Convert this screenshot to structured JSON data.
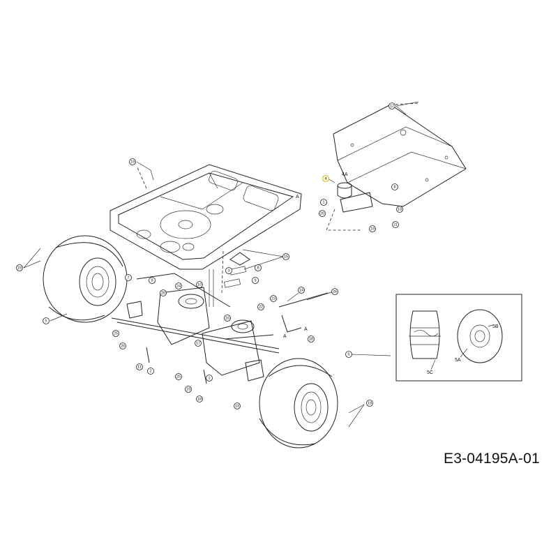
{
  "drawing_code": "E3-04195A-01",
  "inset_labels": {
    "tire_tread": "5C",
    "rim": "5A",
    "hub": "5B"
  },
  "part_labels": {
    "tank": "4A",
    "arrow_a1": "A",
    "arrow_a2": "A",
    "arrow_a3": "A"
  },
  "callouts": [
    {
      "id": "c-tank",
      "label": "4",
      "highlight": true
    },
    {
      "id": "c-12-top",
      "label": "12"
    },
    {
      "id": "c-8-right",
      "label": "8"
    },
    {
      "id": "c-13",
      "label": "13"
    },
    {
      "id": "c-19-a",
      "label": "19"
    },
    {
      "id": "c-21",
      "label": "21"
    },
    {
      "id": "c-1-a",
      "label": "1"
    },
    {
      "id": "c-20-a",
      "label": "20"
    },
    {
      "id": "c-19-frame",
      "label": "19"
    },
    {
      "id": "c-19-left",
      "label": "19"
    },
    {
      "id": "c-5-left",
      "label": "5"
    },
    {
      "id": "c-15-right",
      "label": "15"
    },
    {
      "id": "c-3-mid",
      "label": "3"
    },
    {
      "id": "c-8-mid",
      "label": "8"
    },
    {
      "id": "c-9-left",
      "label": "9"
    },
    {
      "id": "c-10",
      "label": "10"
    },
    {
      "id": "c-24",
      "label": "24"
    },
    {
      "id": "c-20-b",
      "label": "20"
    },
    {
      "id": "c-9-mid",
      "label": "9"
    },
    {
      "id": "c-7",
      "label": "7"
    },
    {
      "id": "c-14",
      "label": "14"
    },
    {
      "id": "c-26",
      "label": "26"
    },
    {
      "id": "c-22",
      "label": "22"
    },
    {
      "id": "c-23",
      "label": "23"
    },
    {
      "id": "c-18-right",
      "label": "18"
    },
    {
      "id": "c-16",
      "label": "16"
    },
    {
      "id": "c-25-a",
      "label": "25"
    },
    {
      "id": "c-26-b",
      "label": "26"
    },
    {
      "id": "c-17",
      "label": "17"
    },
    {
      "id": "c-2",
      "label": "2"
    },
    {
      "id": "c-11",
      "label": "11"
    },
    {
      "id": "c-25-b",
      "label": "25"
    },
    {
      "id": "c-1-b",
      "label": "1"
    },
    {
      "id": "c-18-b",
      "label": "18"
    },
    {
      "id": "c-19-c",
      "label": "19"
    },
    {
      "id": "c-13-b",
      "label": "13"
    },
    {
      "id": "c-5-right",
      "label": "5"
    },
    {
      "id": "c-19-right",
      "label": "19"
    }
  ]
}
